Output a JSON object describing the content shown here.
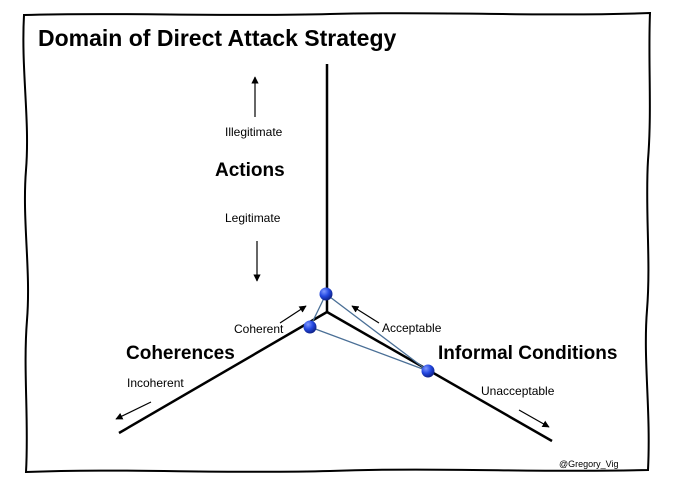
{
  "title": "Domain of Direct Attack Strategy",
  "axes": {
    "actions": {
      "name": "Actions",
      "pole_high": "Illegitimate",
      "pole_low": "Legitimate"
    },
    "coherences": {
      "name": "Coherences",
      "pole_high": "Incoherent",
      "pole_low": "Coherent"
    },
    "informal_conditions": {
      "name": "Informal Conditions",
      "pole_high": "Unacceptable",
      "pole_low": "Acceptable"
    }
  },
  "credit": "@Gregory_Vig",
  "colors": {
    "axis": "#000000",
    "marker": "#1f3fd6",
    "marker_highlight": "#6f8cff",
    "connector": "#4a6f96",
    "border": "#000000"
  }
}
